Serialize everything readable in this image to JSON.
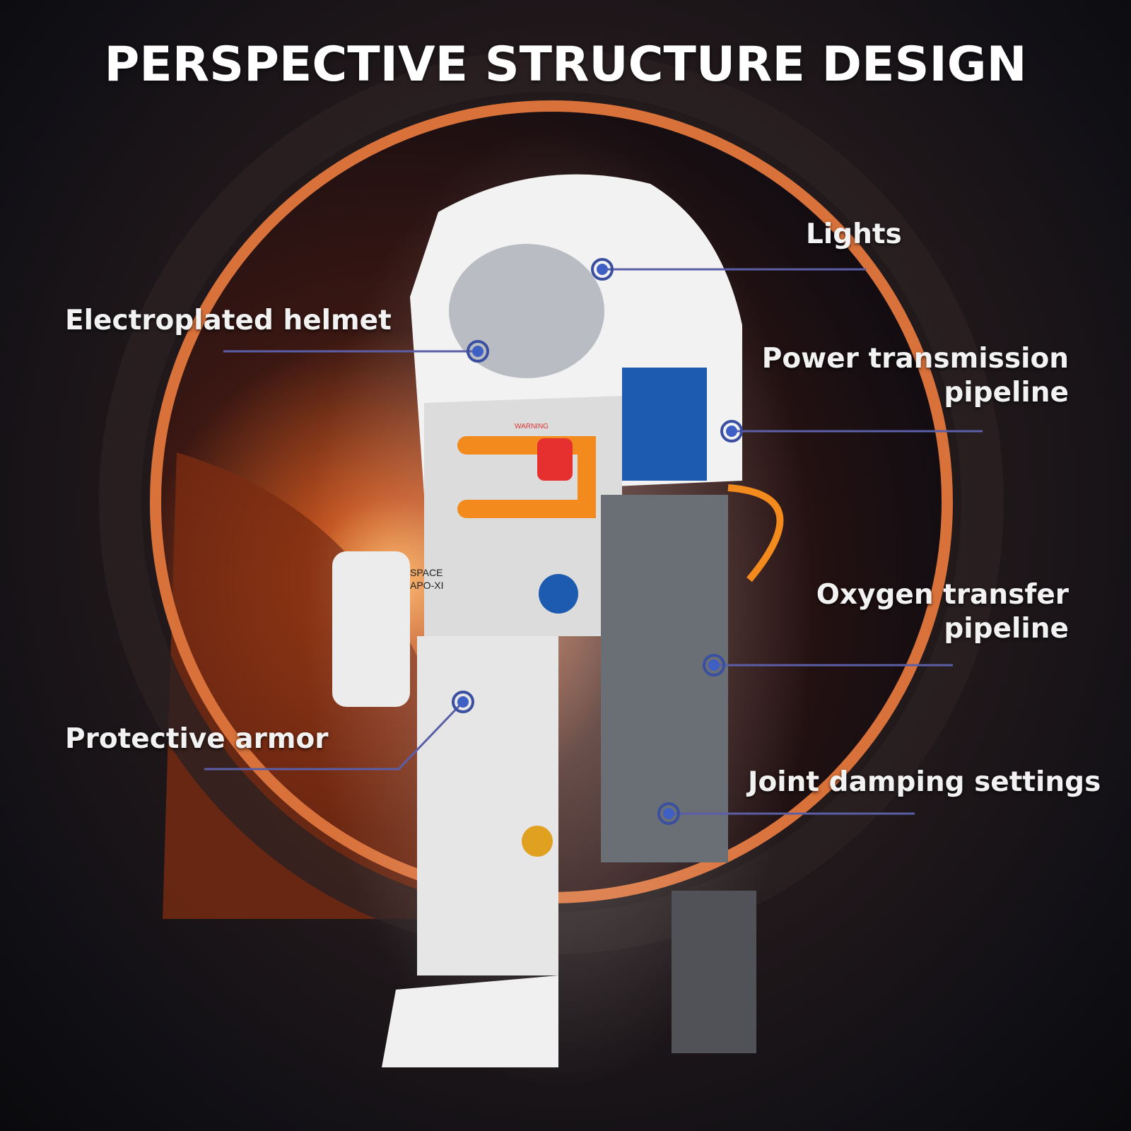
{
  "title": "PERSPECTIVE STRUCTURE DESIGN",
  "colors": {
    "accent_line": "#5a5fa8",
    "dot": "#3e5fc4",
    "ring": "#d9713a"
  },
  "callouts": {
    "lights": "Lights",
    "helmet": "Electroplated helmet",
    "power_1": "Power transmission",
    "power_2": "pipeline",
    "oxygen_1": "Oxygen transfer",
    "oxygen_2": "pipeline",
    "armor": "Protective armor",
    "joint": "Joint damping settings"
  },
  "figure": {
    "chest_warning": "WARNING",
    "badge_1": "SPACE",
    "badge_2": "APO-XI"
  }
}
